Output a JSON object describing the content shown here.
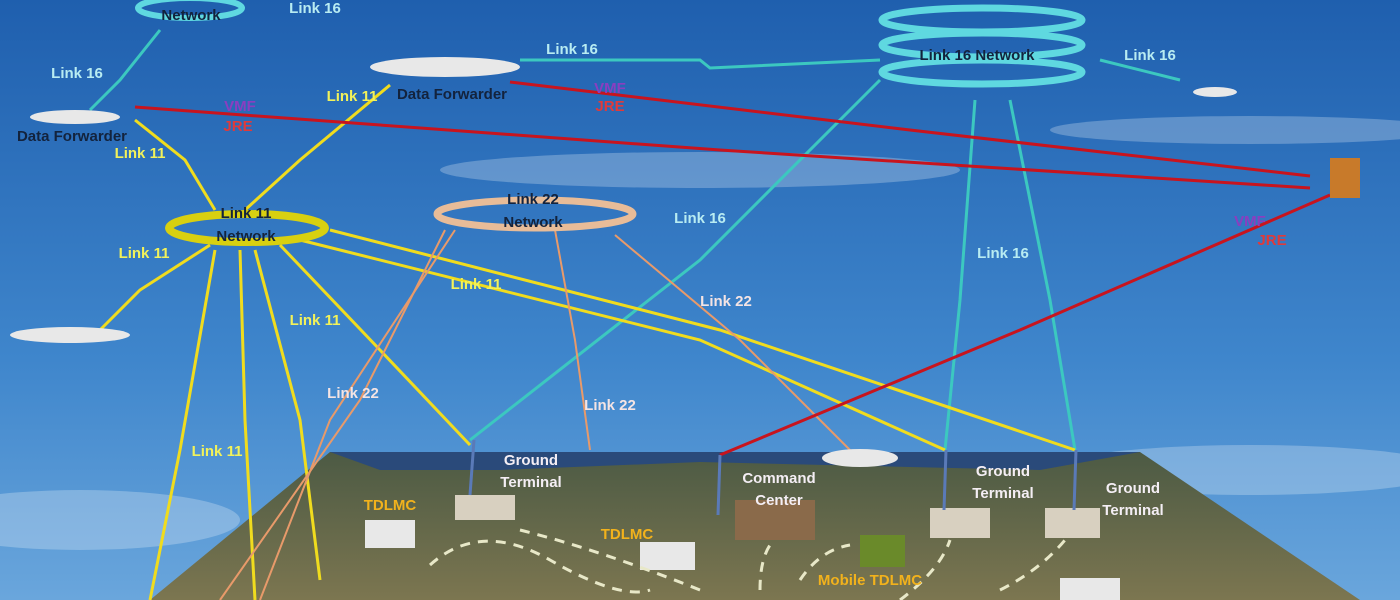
{
  "labels": {
    "network_top": "Network",
    "link16_a": "Link 16",
    "link16_b": "Link 16",
    "link16_c": "Link 16",
    "link16_network": "Link 16 Network",
    "link16_d": "Link 16",
    "link16_e": "Link 16",
    "link16_f": "Link 16",
    "data_forwarder_1": "Data Forwarder",
    "data_forwarder_2": "Data Forwarder",
    "link11_a": "Link 11",
    "link11_b": "Link 11",
    "link11_c": "Link 11",
    "link11_d": "Link 11",
    "link11_e": "Link 11",
    "link11_f": "Link 11",
    "link11_network_1": "Link 11",
    "link11_network_2": "Network",
    "link22_network_1": "Link 22",
    "link22_network_2": "Network",
    "link22_a": "Link 22",
    "link22_b": "Link 22",
    "link22_c": "Link 22",
    "vmf_1": "VMF",
    "jre_1": "JRE",
    "vmf_2": "VMF",
    "jre_2": "JRE",
    "vmf_3": "VMF",
    "jre_3": "JRE",
    "ground_terminal_1a": "Ground",
    "ground_terminal_1b": "Terminal",
    "ground_terminal_2a": "Ground",
    "ground_terminal_2b": "Terminal",
    "ground_terminal_3a": "Ground",
    "ground_terminal_3b": "Terminal",
    "command_center_a": "Command",
    "command_center_b": "Center",
    "tdlmc_1": "TDLMC",
    "tdlmc_2": "TDLMC",
    "mobile_tdlmc": "Mobile TDLMC"
  },
  "colors": {
    "link16": "#3cc8c0",
    "link11": "#f0dc1e",
    "link22": "#e89a6a",
    "vmf_jre": "#c8141e"
  }
}
